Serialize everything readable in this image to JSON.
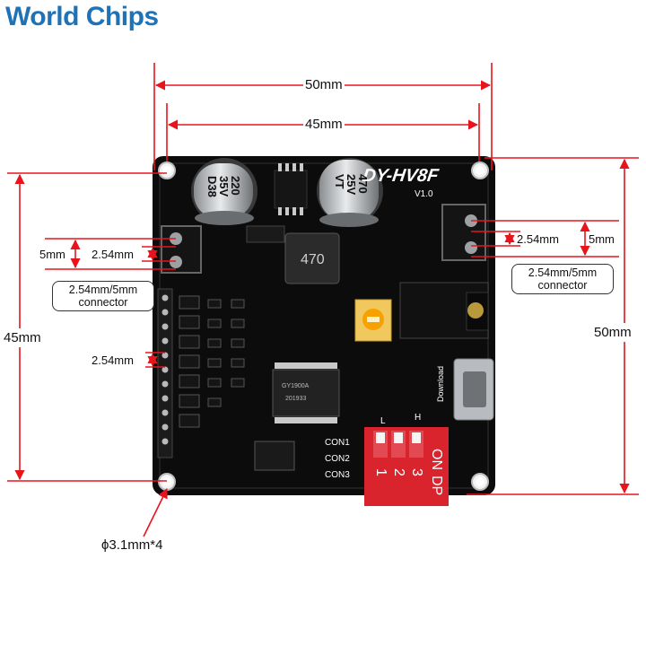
{
  "logo": {
    "word1": "World",
    "word2": "Chips"
  },
  "dimensions": {
    "width_outer": "50mm",
    "width_inner": "45mm",
    "height_left": "45mm",
    "height_right": "50mm",
    "left_pitch_small": "2.54mm",
    "left_pitch_large": "5mm",
    "left_header_pitch": "2.54mm",
    "right_pitch_small": "2.54mm",
    "right_pitch_large": "5mm",
    "hole": "ϕ3.1mm*4"
  },
  "connector_labels": {
    "left": {
      "line1": "2.54mm/5mm",
      "line2": "connector"
    },
    "right": {
      "line1": "2.54mm/5mm",
      "line2": "connector"
    }
  },
  "board": {
    "model": "DY-HV8F",
    "version": "V1.0",
    "cap1": [
      "220",
      "35V",
      "D38"
    ],
    "cap2": [
      "470",
      "25V",
      "VT"
    ],
    "inductor": "470",
    "chip_top": "GY1900A",
    "chip_bottom": "201933",
    "download": "Download",
    "con1": "CON1",
    "con2": "CON2",
    "con3": "CON3",
    "dip": {
      "on": "ON",
      "dp": "DP",
      "n1": "1",
      "n2": "2",
      "n3": "3",
      "l": "L",
      "h": "H"
    }
  },
  "colors": {
    "line": "#e8141c",
    "board": "#0c0c0c",
    "dip": "#d9242e",
    "logo": "#1e73b8"
  }
}
